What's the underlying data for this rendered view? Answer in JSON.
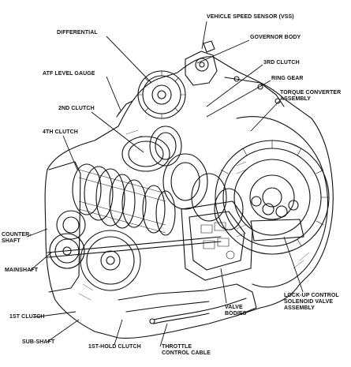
{
  "labels": {
    "vss": "VEHICLE SPEED SENSOR (VSS)",
    "differential": "DIFFERENTIAL",
    "governor_body": "GOVERNOR BODY",
    "atf_level_gauge": "ATF LEVEL GAUGE",
    "third_clutch": "3RD CLUTCH",
    "ring_gear": "RING GEAR",
    "torque_converter": "TORQUE CONVERTER ASSEMBLY",
    "second_clutch": "2ND CLUTCH",
    "fourth_clutch": "4TH CLUTCH",
    "countershaft": "COUNTER-SHAFT",
    "mainshaft": "MAINSHAFT",
    "first_clutch": "1ST CLUTCH",
    "sub_shaft": "SUB-SHAFT",
    "first_hold_clutch": "1ST-HOLD CLUTCH",
    "throttle_control_cable": "THROTTLE CONTROL CABLE",
    "valve_bodies": "VALVE BODIES",
    "lockup_solenoid": "LOCK-UP CONTROL SOLENOID VALVE ASSEMBLY"
  }
}
